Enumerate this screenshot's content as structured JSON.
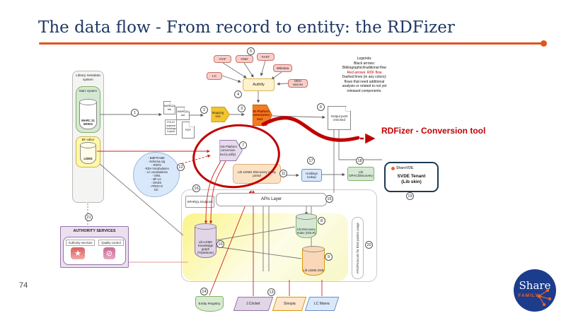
{
  "slide": {
    "title": "The data flow - From record to entity: the RDFizer",
    "page_number": "74"
  },
  "colors": {
    "accent_orange": "#E0541E",
    "title_navy": "#1F3864",
    "annotation_red": "#C00000",
    "logo_blue": "#1C3C8C"
  },
  "annotation": {
    "rdfizer": "RDFizer - Conversion tool"
  },
  "legend": {
    "lines": [
      "Legenda:",
      "Black arrows:",
      "Bibliographic/traditional flow",
      "Red arrows: RDF flow",
      "Dashed lines (in any colors):",
      "flows that need additional",
      "analysis or related to not yet",
      "released components."
    ]
  },
  "badges": [
    "1",
    "2",
    "3",
    "4",
    "5",
    "6",
    "7",
    "8",
    "9",
    "10",
    "11",
    "12",
    "13",
    "14",
    "15",
    "16",
    "17",
    "18",
    "19",
    "20",
    "21"
  ],
  "sources": {
    "viaf": "VIAF",
    "gnd": "GND",
    "fast": "FAST",
    "wikidata": "Wikidata",
    "lc": "LC",
    "other": "Other sources",
    "authify": "Authify"
  },
  "library": {
    "container": "Library metadata system",
    "marc_system": "Marc system",
    "marc_db": "MARC 21 MODS",
    "bf_editor": "BF editor",
    "ldms_db": "LDMS"
  },
  "docs": {
    "marc_bib": "MARC21 bib",
    "marc_aut": "MARC21 aut",
    "folio": "FOLIO material Holdings Copies",
    "rdf": "RDF",
    "output": "Output pxml enriched"
  },
  "tools": {
    "mapping": "Mapping tool",
    "clusterization": "LOD Platform Clusterization tool",
    "conversion": "LOD Platform conversion tool (Lodify)"
  },
  "cloud": {
    "lines": [
      "- BIBFRAME",
      "- Schema.org",
      "- RDFS",
      "- RDA Vocabularies",
      "- LC vocabularies",
      "- OWL",
      "- BF-LC",
      "- MADS",
      "- PROV-O",
      "DC"
    ]
  },
  "platform": {
    "sparql": "SPARQL Endpoint",
    "apis_layer": "APIs Layer",
    "kg": "Lib-LDMS Knowledge graph (Triplestore)",
    "solr": "Lib-Discovery Index (SOLR)",
    "dxb": "Lib-LDMS DXB",
    "apis_protocols": "APIs/Protocols for third parties usage",
    "portal": "Lib-LDMS Discovery entity portal",
    "holdings": "Holdings lookup",
    "opac": "Lib OPAC/Discovery"
  },
  "svde": {
    "brand": "ShareVDE",
    "tenant_line1": "SVDE Tenant",
    "tenant_line2": "(Lib skin)"
  },
  "authority": {
    "header": "AUTHORITY SERVICES",
    "service1": "Authority services",
    "service2": "Quality control"
  },
  "bottom": {
    "entity_registry": "Entity Registry",
    "jcricket": "J.Cricket",
    "sinopia": "Sinopia",
    "lc_marva": "LC Marva"
  },
  "logo": {
    "line1": "Share",
    "line2": "FAMILY"
  }
}
